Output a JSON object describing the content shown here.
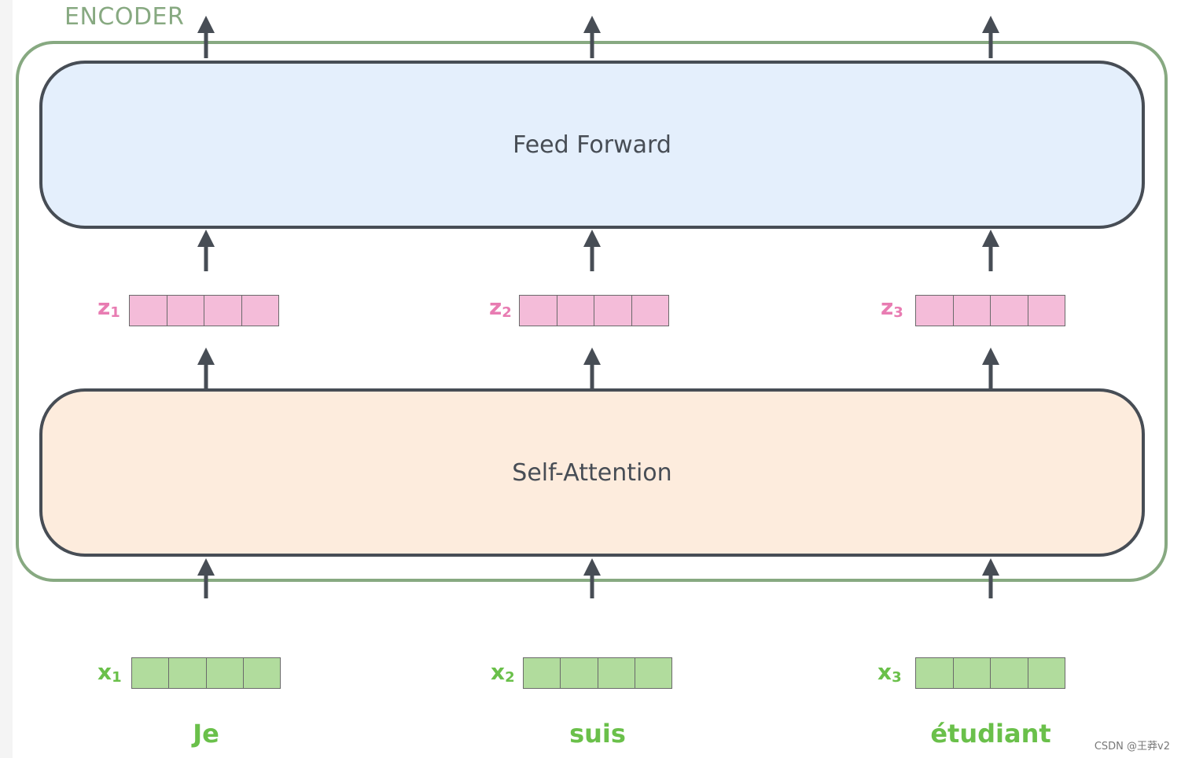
{
  "encoder": {
    "label": "ENCODER"
  },
  "blocks": {
    "feed_forward": "Feed Forward",
    "self_attention": "Self-Attention"
  },
  "outputs": [
    {
      "letter": "z",
      "sub": "1"
    },
    {
      "letter": "z",
      "sub": "2"
    },
    {
      "letter": "z",
      "sub": "3"
    }
  ],
  "inputs": [
    {
      "letter": "x",
      "sub": "1",
      "word": "Je"
    },
    {
      "letter": "x",
      "sub": "2",
      "word": "suis"
    },
    {
      "letter": "x",
      "sub": "3",
      "word": "étudiant"
    }
  ],
  "watermark": "CSDN @王莽v2",
  "colors": {
    "encoder_border": "#87a981",
    "block_border": "#474d55",
    "feed_forward_fill": "#e4effc",
    "self_attention_fill": "#fdecdd",
    "z_vector": "#f4bcd9",
    "x_vector": "#b1dc9d",
    "z_label": "#e87cb2",
    "x_label": "#6ac04a"
  }
}
